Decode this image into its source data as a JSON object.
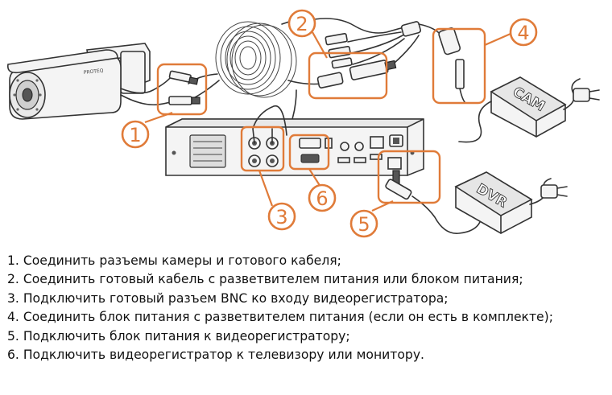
{
  "labels": {
    "camera_logo": "PROTEQ",
    "psu_cam": "CAM",
    "psu_dvr": "DVR"
  },
  "badges": [
    "1",
    "2",
    "3",
    "4",
    "5",
    "6"
  ],
  "steps": [
    "1. Соединить разъемы камеры и готового кабеля;",
    "2. Соединить готовый кабель с разветвителем питания или блоком питания;",
    "3. Подключить готовый разъем BNC ко входу видеорегистратора;",
    "4. Соединить блок питания с разветвителем питания (если он есть в комплекте);",
    "5. Подключить блок питания к видеорегистратору;",
    "6. Подключить видеорегистратор к телевизору или монитору."
  ],
  "colors": {
    "accent": "#e07b39",
    "line": "#333333",
    "text": "#111111"
  }
}
